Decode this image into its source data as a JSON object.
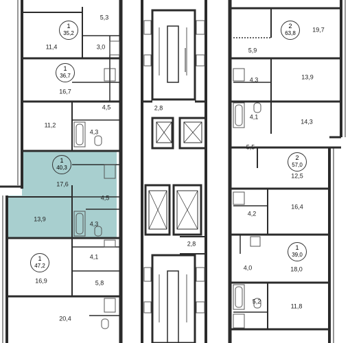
{
  "colors": {
    "highlight": "#a8cfcf",
    "wall": "#2b2b2b",
    "thin": "#555555"
  },
  "apartments": [
    {
      "id": "a1",
      "rooms": "1",
      "area": "35,2"
    },
    {
      "id": "a2",
      "rooms": "1",
      "area": "36,7"
    },
    {
      "id": "a3",
      "rooms": "1",
      "area": "40,3",
      "highlighted": true
    },
    {
      "id": "a4",
      "rooms": "1",
      "area": "47,2"
    },
    {
      "id": "a5",
      "rooms": "2",
      "area": "63,8"
    },
    {
      "id": "a6",
      "rooms": "2",
      "area": "57,0"
    },
    {
      "id": "a7",
      "rooms": "1",
      "area": "39,0"
    }
  ],
  "rooms": {
    "r1": "5,3",
    "r2": "11,4",
    "r3": "3,0",
    "r4": "16,7",
    "r5": "4,5",
    "r6": "11,2",
    "r7": "4,3",
    "r8": "17,6",
    "r9": "4,5",
    "r10": "13,9",
    "r11": "4,3",
    "r12": "4,1",
    "r13": "16,9",
    "r14": "5,8",
    "r15": "20,4",
    "r16": "2,8",
    "r17": "2,8",
    "r18": "19,7",
    "r19": "5,9",
    "r20": "13,9",
    "r21": "4,3",
    "r22": "14,3",
    "r23": "4,1",
    "r24": "5,5",
    "r25": "12,5",
    "r26": "16,4",
    "r27": "4,2",
    "r28": "4,0",
    "r29": "18,0",
    "r30": "5,2",
    "r31": "11,8"
  }
}
